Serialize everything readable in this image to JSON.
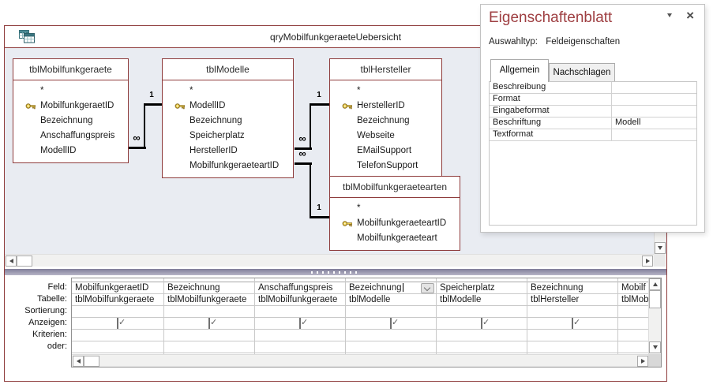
{
  "colors": {
    "accent_border": "#8e3b3b",
    "panel_title": "#9e3e41",
    "diagram_bg": "#e9ecf2",
    "splitter": "#a5a3ba",
    "key_gold": "#eed24f"
  },
  "window": {
    "title": "qryMobilfunkgeraeteUebersicht",
    "icon": "query-datasheet-icon"
  },
  "diagram": {
    "tables": [
      {
        "name": "tblMobilfunkgeraete",
        "fields": [
          {
            "text": "*",
            "key": false
          },
          {
            "text": "MobilfunkgeraetID",
            "key": true
          },
          {
            "text": "Bezeichnung",
            "key": false
          },
          {
            "text": "Anschaffungspreis",
            "key": false
          },
          {
            "text": "ModellID",
            "key": false
          }
        ]
      },
      {
        "name": "tblModelle",
        "fields": [
          {
            "text": "*",
            "key": false
          },
          {
            "text": "ModellID",
            "key": true
          },
          {
            "text": "Bezeichnung",
            "key": false
          },
          {
            "text": "Speicherplatz",
            "key": false
          },
          {
            "text": "HerstellerID",
            "key": false
          },
          {
            "text": "MobilfunkgeraeteartID",
            "key": false
          }
        ]
      },
      {
        "name": "tblHersteller",
        "fields": [
          {
            "text": "*",
            "key": false
          },
          {
            "text": "HerstellerID",
            "key": true
          },
          {
            "text": "Bezeichnung",
            "key": false
          },
          {
            "text": "Webseite",
            "key": false
          },
          {
            "text": "EMailSupport",
            "key": false
          },
          {
            "text": "TelefonSupport",
            "key": false
          }
        ]
      },
      {
        "name": "tblMobilfunkgeraetearten",
        "fields": [
          {
            "text": "*",
            "key": false
          },
          {
            "text": "MobilfunkgeraeteartID",
            "key": true
          },
          {
            "text": "Mobilfunkgeraeteart",
            "key": false
          }
        ]
      }
    ],
    "relations": [
      {
        "from": "tblMobilfunkgeraete.ModellID",
        "to": "tblModelle.ModellID",
        "one": "1",
        "many": "∞"
      },
      {
        "from": "tblModelle.HerstellerID",
        "to": "tblHersteller.HerstellerID",
        "one": "1",
        "many": "∞"
      },
      {
        "from": "tblModelle.MobilfunkgeraeteartID",
        "to": "tblMobilfunkgeraetearten.MobilfunkgeraeteartID",
        "one": "1",
        "many": "∞"
      }
    ]
  },
  "grid": {
    "row_labels": [
      "Feld:",
      "Tabelle:",
      "Sortierung:",
      "Anzeigen:",
      "Kriterien:",
      "oder:"
    ],
    "columns": [
      {
        "feld": "MobilfunkgeraetID",
        "tabelle": "tblMobilfunkgeraete",
        "anzeigen": true
      },
      {
        "feld": "Bezeichnung",
        "tabelle": "tblMobilfunkgeraete",
        "anzeigen": true
      },
      {
        "feld": "Anschaffungspreis",
        "tabelle": "tblMobilfunkgeraete",
        "anzeigen": true
      },
      {
        "feld": "Bezeichnung",
        "tabelle": "tblModelle",
        "anzeigen": true,
        "focused": true
      },
      {
        "feld": "Speicherplatz",
        "tabelle": "tblModelle",
        "anzeigen": true
      },
      {
        "feld": "Bezeichnung",
        "tabelle": "tblHersteller",
        "anzeigen": true
      },
      {
        "feld": "Mobilf",
        "tabelle": "tblMob",
        "anzeigen": false
      }
    ]
  },
  "property_sheet": {
    "title": "Eigenschaftenblatt",
    "selection_label": "Auswahltyp:",
    "selection_value": "Feldeigenschaften",
    "close_glyph": "×",
    "tabs": [
      {
        "label": "Allgemein",
        "active": true
      },
      {
        "label": "Nachschlagen",
        "active": false
      }
    ],
    "properties": [
      {
        "name": "Beschreibung",
        "value": ""
      },
      {
        "name": "Format",
        "value": ""
      },
      {
        "name": "Eingabeformat",
        "value": ""
      },
      {
        "name": "Beschriftung",
        "value": "Modell"
      },
      {
        "name": "Textformat",
        "value": ""
      }
    ]
  }
}
